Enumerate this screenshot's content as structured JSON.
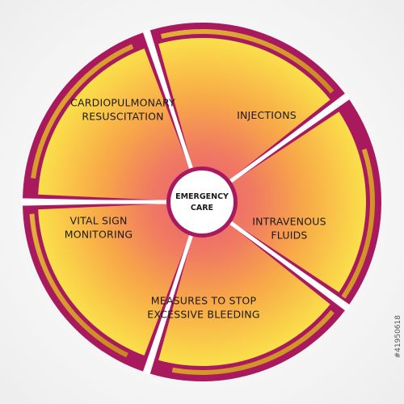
{
  "diagram": {
    "center_label_lines": [
      "EMERGENCY",
      "CARE"
    ],
    "segments": [
      {
        "label_lines": [
          "CARDIOPULMONARY",
          "RESUSCITATION"
        ]
      },
      {
        "label_lines": [
          "INJECTIONS"
        ]
      },
      {
        "label_lines": [
          "INTRAVENOUS",
          "FLUIDS"
        ]
      },
      {
        "label_lines": [
          "MEASURES TO STOP",
          "EXCESSIVE BLEEDING"
        ]
      },
      {
        "label_lines": [
          "VITAL SIGN",
          "MONITORING"
        ]
      }
    ]
  },
  "stock_id": "#41950618",
  "colors": {
    "fill_inner": "#ee6a6e",
    "fill_mid": "#f7a04a",
    "fill_outer": "#fbe64a",
    "rim": "#a8195d",
    "outer_band": "#d9a030",
    "center_fill": "#ffffff"
  }
}
